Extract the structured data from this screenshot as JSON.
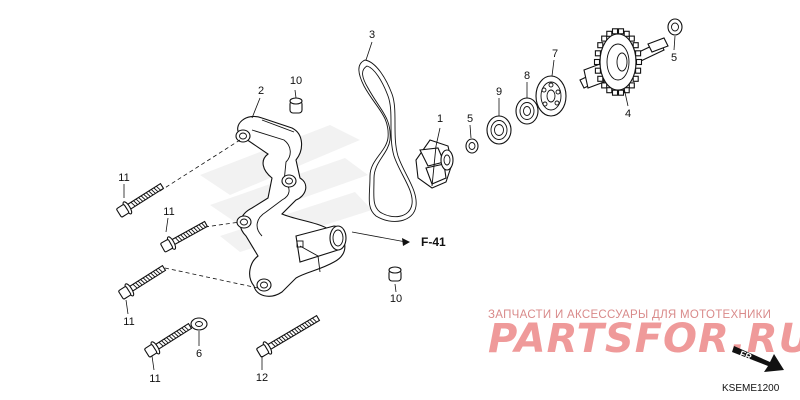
{
  "callouts": {
    "p1": "1",
    "p2": "2",
    "p3": "3",
    "p4": "4",
    "p5a": "5",
    "p5b": "5",
    "p6": "6",
    "p7": "7",
    "p8": "8",
    "p9": "9",
    "p10a": "10",
    "p10b": "10",
    "p11a": "11",
    "p11b": "11",
    "p11c": "11",
    "p11d": "11",
    "p12": "12"
  },
  "reference": {
    "label": "F-41"
  },
  "direction": {
    "label": "FR."
  },
  "diagram_code": "KSEME1200",
  "watermark": {
    "tagline": "ЗАПЧАСТИ И АКСЕССУАРЫ ДЛЯ МОТОТЕХНИКИ",
    "brand": "PARTSFOR.RU"
  },
  "colors": {
    "line": "#111111",
    "watermark": "#ef9a9a",
    "ghost_logo": "#e6e6e6"
  }
}
